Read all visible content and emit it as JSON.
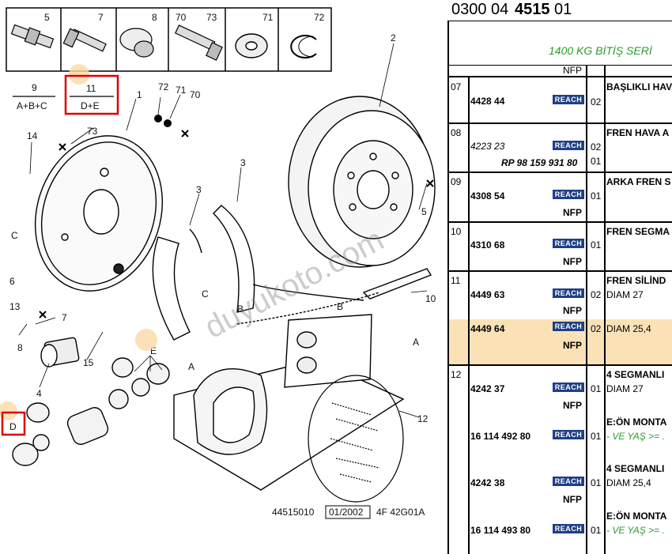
{
  "diagram": {
    "inset_numbers": [
      "5",
      "7",
      "8",
      "70",
      "73",
      "71",
      "72"
    ],
    "group_labels": [
      {
        "num": "9",
        "formula": "A+B+C"
      },
      {
        "num": "11",
        "formula": "D+E"
      }
    ],
    "callouts": [
      "1",
      "2",
      "3",
      "3",
      "4",
      "5",
      "6",
      "7",
      "8",
      "10",
      "12",
      "13",
      "14",
      "15",
      "72",
      "71",
      "70",
      "73",
      "C",
      "C",
      "A",
      "A",
      "B",
      "B",
      "E",
      "D"
    ],
    "footer": {
      "code": "44515010",
      "date": "01/2002",
      "ref": "4F 42G01A"
    },
    "watermark": "duyukoto.com"
  },
  "panel": {
    "header": {
      "prefix": "0300 04",
      "bold": "4515",
      "suffix": "01"
    },
    "subtitle": "1400 KG BİTİŞ SERİ",
    "reach_label": "REACH",
    "rows": [
      {
        "idx": "07",
        "part": "4428 44",
        "qty": "02",
        "desc": "BAŞLIKLI HAV",
        "nfp_top": "NFP"
      },
      {
        "idx": "08",
        "part": "4223 23",
        "part_italic": true,
        "qty": "02",
        "qty2": "01",
        "extra": "RP 98 159 931 80",
        "desc": "FREN HAVA A"
      },
      {
        "idx": "09",
        "part": "4308 54",
        "qty": "01",
        "nfp": "NFP",
        "desc": "ARKA FREN S"
      },
      {
        "idx": "10",
        "part": "4310 68",
        "qty": "01",
        "nfp": "NFP",
        "desc": "FREN SEGMA"
      },
      {
        "idx": "11",
        "part": "4449 63",
        "qty": "02",
        "nfp": "NFP",
        "desc": "FREN SİLİND",
        "desc2": "DIAM 27"
      },
      {
        "idx": "",
        "part": "4449 64",
        "qty": "02",
        "nfp": "NFP",
        "desc": "DIAM 25,4"
      },
      {
        "idx": "12",
        "part": "4242 37",
        "qty": "01",
        "nfp": "NFP",
        "desc": "4 SEGMANLI",
        "desc2": "DIAM 27"
      },
      {
        "idx": "",
        "part": "16 114 492 80",
        "qty": "01",
        "desc": "E:ÖN MONTA",
        "desc2": "- VE YAŞ >= ."
      },
      {
        "idx": "",
        "part": "4242 38",
        "qty": "01",
        "nfp": "NFP",
        "desc": "4 SEGMANLI",
        "desc2": "DIAM 25,4"
      },
      {
        "idx": "",
        "part": "16 114 493 80",
        "qty": "01",
        "desc": "E:ÖN MONTA",
        "desc2": "- VE YAŞ >= ."
      }
    ]
  }
}
